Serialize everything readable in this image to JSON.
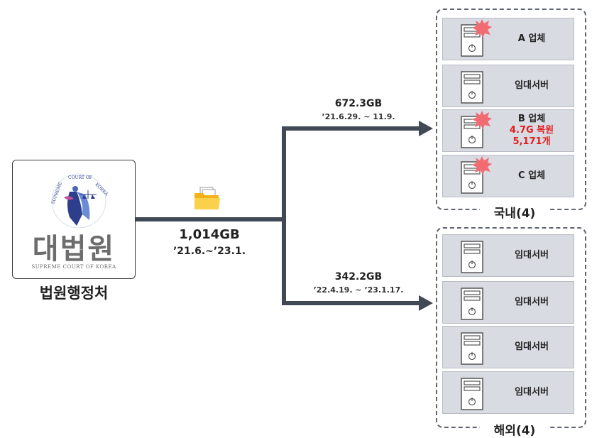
{
  "source": {
    "logo_main": "대법원",
    "logo_sub": "SUPREME COURT OF KOREA",
    "logo_ring": "SUPREME COURT OF KOREA",
    "label": "법원행정처"
  },
  "transfer": {
    "total_size": "1,014GB",
    "total_period": "’21.6.~’23.1.",
    "domestic_size": "672.3GB",
    "domestic_period": "’21.6.29. ~ 11.9.",
    "overseas_size": "342.2GB",
    "overseas_period": "’22.4.19. ~ ’23.1.17."
  },
  "domestic": {
    "label": "국내(4)",
    "servers": [
      {
        "label": "A 업체",
        "infected": true
      },
      {
        "label": "임대서버",
        "infected": false
      },
      {
        "label": "B 업체",
        "infected": true,
        "recovery_size": "4.7G 복원",
        "recovery_count": "5,171개"
      },
      {
        "label": "C 업체",
        "infected": true
      }
    ]
  },
  "overseas": {
    "label": "해외(4)",
    "servers": [
      {
        "label": "임대서버"
      },
      {
        "label": "임대서버"
      },
      {
        "label": "임대서버"
      },
      {
        "label": "임대서버"
      }
    ]
  },
  "colors": {
    "connector": "#414957",
    "alert_burst": "#f26b72",
    "recovery_text": "#e11d1d",
    "server_bg": "#d8dbe2"
  },
  "icons": [
    "folder-icon",
    "server-icon",
    "alert-burst-icon",
    "court-emblem"
  ]
}
